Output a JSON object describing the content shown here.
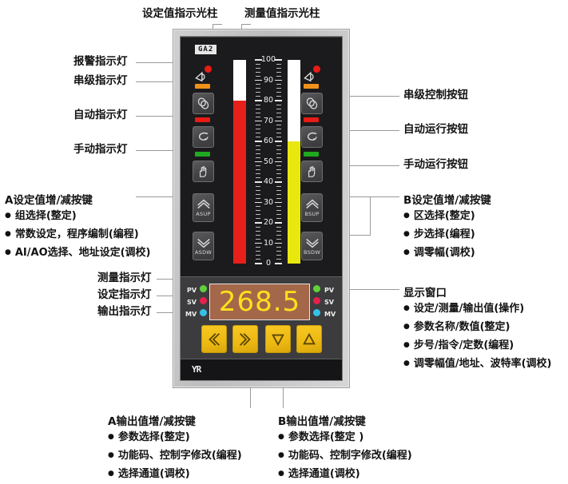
{
  "device": {
    "model_badge": "GA2",
    "brand": "YR",
    "display_value": "268.5",
    "display_bg": "#a4674a",
    "display_text_color": "#ffe11a"
  },
  "bargraph": {
    "setpoint_label": "设定值指示光柱",
    "measure_label": "测量值指示光柱",
    "setpoint_value": 80,
    "measure_value": 60,
    "setpoint_color": "#e8201a",
    "measure_color": "#e8e80f",
    "scale_min": 0,
    "scale_max": 100,
    "ticks": [
      0,
      10,
      20,
      30,
      40,
      50,
      60,
      70,
      80,
      90,
      100
    ]
  },
  "left_labels": [
    {
      "id": "alarm-lamp",
      "text": "报警指示灯"
    },
    {
      "id": "cascade-lamp",
      "text": "串级指示灯"
    },
    {
      "id": "auto-lamp",
      "text": "自动指示灯"
    },
    {
      "id": "manual-lamp",
      "text": "手动指示灯"
    },
    {
      "id": "measure-lamp",
      "text": "测量指示灯"
    },
    {
      "id": "setpoint-lamp",
      "text": "设定指示灯"
    },
    {
      "id": "output-lamp",
      "text": "输出指示灯"
    }
  ],
  "right_labels": [
    {
      "id": "cascade-button",
      "text": "串级控制按钮"
    },
    {
      "id": "auto-button",
      "text": "自动运行按钮"
    },
    {
      "id": "manual-button",
      "text": "手动运行按钮"
    }
  ],
  "groups": {
    "a_setpoint": {
      "title": "A设定值增/减按键",
      "items": [
        "组选择(整定)",
        "常数设定，程序编制(编程)",
        "AI/AO选择、地址设定(调校)"
      ]
    },
    "b_setpoint": {
      "title": "B设定值增/减按键",
      "items": [
        "区选择(整定)",
        "步选择(编程)",
        "调零幅(调校)"
      ]
    },
    "display_window": {
      "title": "显示窗口",
      "items": [
        "设定/测量/输出值(操作)",
        "参数名称/数值(整定)",
        "步号/指令/定数(编程)",
        "调零幅值/地址、波特率(调校)"
      ]
    },
    "a_output": {
      "title": "A输出值增/减按键",
      "items": [
        "参数选择(整定)",
        "功能码、控制字修改(编程)",
        "选择通道(调校)"
      ]
    },
    "b_output": {
      "title": "B输出值增/减按键",
      "items": [
        "参数选择(整定 )",
        "功能码、控制字修改(编程)",
        "选择通道(调校)"
      ]
    }
  },
  "keys": {
    "a_up": "ASUP",
    "a_down": "ASDW",
    "b_up": "BSUP",
    "b_down": "BSDW"
  },
  "indicators": [
    {
      "id": "pv",
      "text": "PV",
      "color": "#5fd13a"
    },
    {
      "id": "sv",
      "text": "SV",
      "color": "#e8204c"
    },
    {
      "id": "mv",
      "text": "MV",
      "color": "#35c0e8"
    }
  ],
  "lamp_colors": {
    "alarm": "#e81b16",
    "cascade": "#f0921a",
    "auto": "#e81b16",
    "manual": "#1faa1f"
  }
}
